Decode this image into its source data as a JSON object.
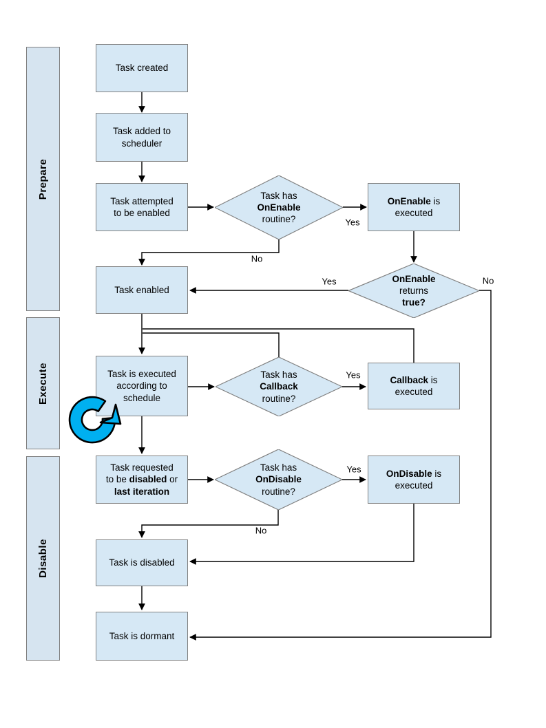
{
  "colors": {
    "node_fill": "#d6e8f5",
    "node_border": "#808080",
    "lane_fill": "#d6e4f0",
    "lane_border": "#808080",
    "connector": "#000000",
    "loop_icon_blue": "#00b0f0",
    "text": "#000000",
    "background": "#ffffff"
  },
  "lanes": [
    {
      "label": "Prepare"
    },
    {
      "label": "Execute"
    },
    {
      "label": "Disable"
    }
  ],
  "nodes": {
    "task_created": {
      "lines": [
        [
          {
            "t": "Task created"
          }
        ]
      ]
    },
    "task_added": {
      "lines": [
        [
          {
            "t": "Task added to"
          }
        ],
        [
          {
            "t": "scheduler"
          }
        ]
      ]
    },
    "task_attempted": {
      "lines": [
        [
          {
            "t": "Task attempted"
          }
        ],
        [
          {
            "t": "to be enabled"
          }
        ]
      ]
    },
    "has_onenable": {
      "lines": [
        [
          {
            "t": "Task has"
          }
        ],
        [
          {
            "t": "OnEnable",
            "b": true
          }
        ],
        [
          {
            "t": "routine?"
          }
        ]
      ]
    },
    "onenable_executed": {
      "lines": [
        [
          {
            "t": "OnEnable",
            "b": true
          },
          {
            "t": " is"
          }
        ],
        [
          {
            "t": "executed"
          }
        ]
      ]
    },
    "task_enabled": {
      "lines": [
        [
          {
            "t": "Task enabled"
          }
        ]
      ]
    },
    "onenable_returns": {
      "lines": [
        [
          {
            "t": "OnEnable",
            "b": true
          }
        ],
        [
          {
            "t": "returns"
          }
        ],
        [
          {
            "t": "true?",
            "b": true
          }
        ]
      ]
    },
    "task_executed": {
      "lines": [
        [
          {
            "t": "Task is executed"
          }
        ],
        [
          {
            "t": "according to"
          }
        ],
        [
          {
            "t": "schedule"
          }
        ]
      ]
    },
    "has_callback": {
      "lines": [
        [
          {
            "t": "Task has"
          }
        ],
        [
          {
            "t": "Callback",
            "b": true
          }
        ],
        [
          {
            "t": "routine?"
          }
        ]
      ]
    },
    "callback_executed": {
      "lines": [
        [
          {
            "t": "Callback",
            "b": true
          },
          {
            "t": " is"
          }
        ],
        [
          {
            "t": "executed"
          }
        ]
      ]
    },
    "task_requested": {
      "lines": [
        [
          {
            "t": "Task requested"
          }
        ],
        [
          {
            "t": "to be "
          },
          {
            "t": "disabled",
            "b": true
          },
          {
            "t": " or"
          }
        ],
        [
          {
            "t": "last iteration",
            "b": true
          }
        ]
      ]
    },
    "has_ondisable": {
      "lines": [
        [
          {
            "t": "Task has"
          }
        ],
        [
          {
            "t": "OnDisable",
            "b": true
          }
        ],
        [
          {
            "t": "routine?"
          }
        ]
      ]
    },
    "ondisable_executed": {
      "lines": [
        [
          {
            "t": "OnDisable",
            "b": true
          },
          {
            "t": " is"
          }
        ],
        [
          {
            "t": "executed"
          }
        ]
      ]
    },
    "task_disabled": {
      "lines": [
        [
          {
            "t": "Task is disabled"
          }
        ]
      ]
    },
    "task_dormant": {
      "lines": [
        [
          {
            "t": "Task is dormant"
          }
        ]
      ]
    }
  },
  "edge_labels": {
    "onenable_yes": "Yes",
    "onenable_no": "No",
    "returns_yes": "Yes",
    "returns_no": "No",
    "callback_yes": "Yes",
    "ondisable_yes": "Yes",
    "ondisable_no": "No"
  },
  "icons": {
    "loop": "circular-loop-arrow-icon"
  }
}
